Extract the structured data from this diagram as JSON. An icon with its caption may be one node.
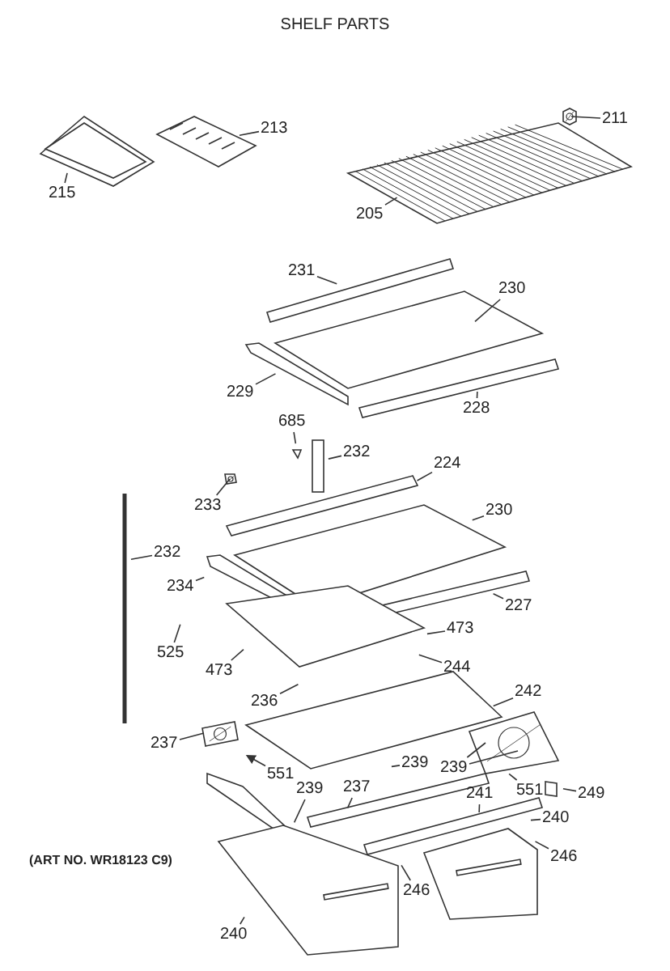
{
  "diagram": {
    "title": "SHELF PARTS",
    "nodes": [
      {
        "text": [
          "213"
        ]
      },
      {
        "text": [
          "215"
        ]
      },
      {
        "text": [
          "211"
        ]
      },
      {
        "text": [
          "205"
        ]
      },
      {
        "text": [
          "231"
        ]
      },
      {
        "text": [
          "230"
        ]
      },
      {
        "text": [
          "229"
        ]
      },
      {
        "text": [
          "228"
        ]
      },
      {
        "text": [
          "685"
        ]
      },
      {
        "text": [
          "232"
        ]
      },
      {
        "text": [
          "224"
        ]
      },
      {
        "text": [
          "233"
        ]
      },
      {
        "text": [
          "230"
        ]
      },
      {
        "text": [
          "232"
        ]
      },
      {
        "text": [
          "234"
        ]
      },
      {
        "text": [
          "227"
        ]
      },
      {
        "text": [
          "473"
        ]
      },
      {
        "text": [
          "525"
        ]
      },
      {
        "text": [
          "473"
        ]
      },
      {
        "text": [
          "244"
        ]
      },
      {
        "text": [
          "236"
        ]
      },
      {
        "text": [
          "242"
        ]
      },
      {
        "text": [
          "237"
        ]
      },
      {
        "text": [
          "551"
        ]
      },
      {
        "text": [
          "239"
        ]
      },
      {
        "text": [
          "239"
        ]
      },
      {
        "text": [
          "249"
        ]
      },
      {
        "text": [
          "551"
        ]
      },
      {
        "text": [
          "239"
        ]
      },
      {
        "text": [
          "237"
        ]
      },
      {
        "text": [
          "241"
        ]
      },
      {
        "text": [
          "240"
        ]
      },
      {
        "text": [
          "246"
        ]
      },
      {
        "text": [
          "246"
        ]
      },
      {
        "text": [
          "240"
        ]
      },
      {
        "text": [],
        "shape": "picture"
      },
      {
        "text": [],
        "shape": "picture"
      },
      {
        "text": [],
        "shape": "picture"
      },
      {
        "text": [],
        "shape": "picture"
      }
    ],
    "edges": [
      {
        "from": 0,
        "to": null,
        "arrow": "none"
      },
      {
        "from": 1,
        "to": null,
        "arrow": "none"
      },
      {
        "from": 2,
        "to": 35,
        "arrow": "none"
      },
      {
        "from": 3,
        "to": null,
        "arrow": "none"
      },
      {
        "from": 4,
        "to": null,
        "arrow": "none"
      },
      {
        "from": 5,
        "to": null,
        "arrow": "none"
      },
      {
        "from": 6,
        "to": null,
        "arrow": "none"
      },
      {
        "from": 7,
        "to": null,
        "arrow": "none"
      },
      {
        "from": 8,
        "to": null,
        "arrow": "none"
      },
      {
        "from": 9,
        "to": null,
        "arrow": "none"
      },
      {
        "from": 10,
        "to": null,
        "arrow": "none"
      },
      {
        "from": 11,
        "to": 36,
        "arrow": "none"
      },
      {
        "from": 12,
        "to": null,
        "arrow": "none"
      },
      {
        "from": 13,
        "to": null,
        "arrow": "none"
      },
      {
        "from": 14,
        "to": null,
        "arrow": "none"
      },
      {
        "from": 15,
        "to": null,
        "arrow": "none"
      },
      {
        "from": 16,
        "to": null,
        "arrow": "none"
      },
      {
        "from": 17,
        "to": null,
        "arrow": "none"
      },
      {
        "from": 18,
        "to": null,
        "arrow": "none"
      },
      {
        "from": 19,
        "to": null,
        "arrow": "none"
      },
      {
        "from": 20,
        "to": null,
        "arrow": "none"
      },
      {
        "from": 21,
        "to": null,
        "arrow": "none"
      },
      {
        "from": 22,
        "to": 37,
        "arrow": "none"
      },
      {
        "from": 23,
        "to": null,
        "arrow": "to"
      },
      {
        "from": 24,
        "to": null,
        "arrow": "none"
      },
      {
        "from": 25,
        "to": 38,
        "arrow": "none"
      },
      {
        "from": 25,
        "to": 38,
        "arrow": "none"
      },
      {
        "from": 26,
        "to": null,
        "arrow": "none"
      },
      {
        "from": 27,
        "to": null,
        "arrow": "none"
      },
      {
        "from": 28,
        "to": null,
        "arrow": "none"
      },
      {
        "from": 29,
        "to": null,
        "arrow": "none"
      },
      {
        "from": 30,
        "to": null,
        "arrow": "none"
      },
      {
        "from": 31,
        "to": null,
        "arrow": "none"
      },
      {
        "from": 32,
        "to": null,
        "arrow": "none"
      },
      {
        "from": 33,
        "to": null,
        "arrow": "none"
      },
      {
        "from": 34,
        "to": null,
        "arrow": "none"
      }
    ],
    "labels": [
      "(ART NO. WR18123 C9)"
    ]
  }
}
